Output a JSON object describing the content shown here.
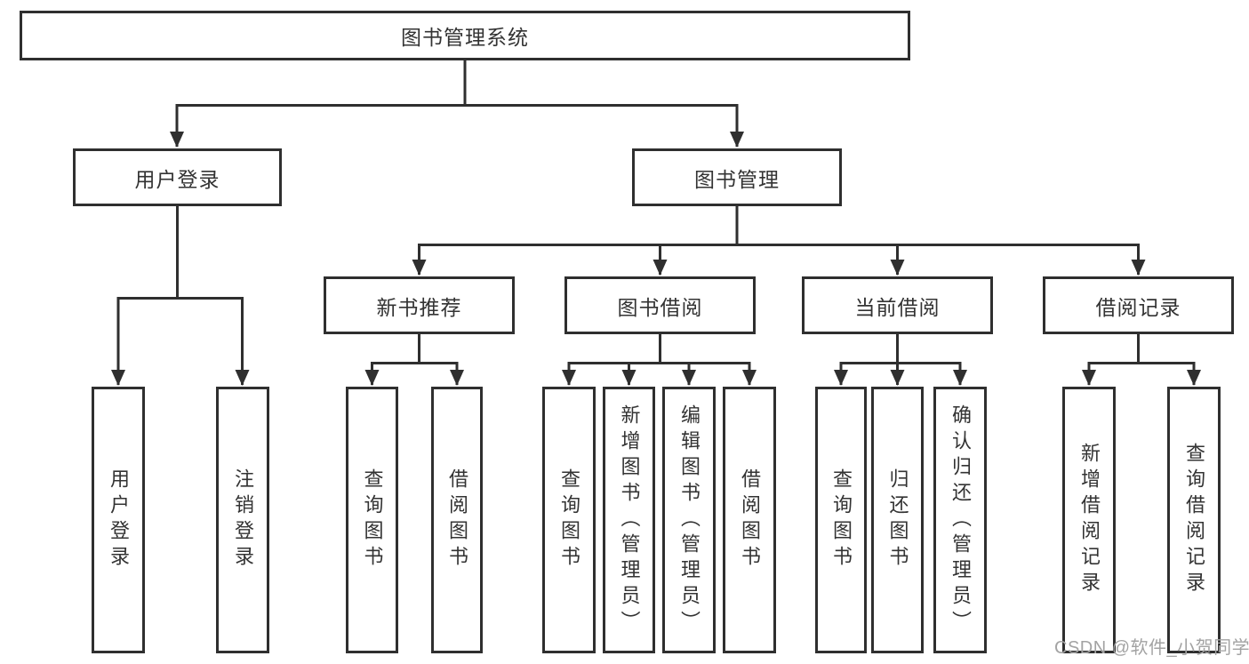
{
  "diagram": {
    "root": {
      "label": "图书管理系统"
    },
    "branches": [
      {
        "label": "用户登录",
        "children": [
          {
            "label": "用户登录"
          },
          {
            "label": "注销登录"
          }
        ]
      },
      {
        "label": "图书管理",
        "children": [
          {
            "label": "新书推荐",
            "children": [
              {
                "label": "查询图书"
              },
              {
                "label": "借阅图书"
              }
            ]
          },
          {
            "label": "图书借阅",
            "children": [
              {
                "label": "查询图书"
              },
              {
                "label": "新增图书（管理员）"
              },
              {
                "label": "编辑图书（管理员）"
              },
              {
                "label": "借阅图书"
              }
            ]
          },
          {
            "label": "当前借阅",
            "children": [
              {
                "label": "查询图书"
              },
              {
                "label": "归还图书"
              },
              {
                "label": "确认归还（管理员）"
              }
            ]
          },
          {
            "label": "借阅记录",
            "children": [
              {
                "label": "新增借阅记录"
              },
              {
                "label": "查询借阅记录"
              }
            ]
          }
        ]
      }
    ]
  },
  "watermark": {
    "text": "CSDN @软件_小贺同学"
  },
  "colors": {
    "line": "#2f2f2f",
    "text": "#333333",
    "box_background": "#ffffff",
    "watermark": "#a3a3a3"
  }
}
